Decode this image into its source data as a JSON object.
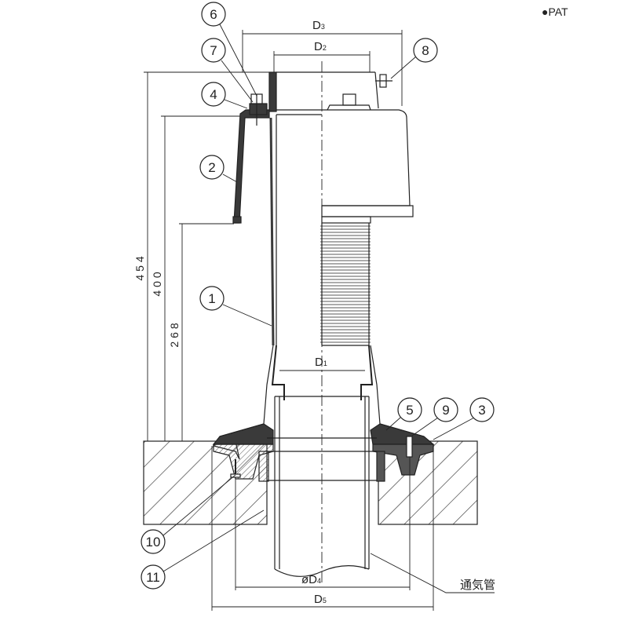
{
  "badge": "●PAT",
  "dimensions": {
    "d1": "D",
    "d1_sub": "1",
    "d2": "D",
    "d2_sub": "2",
    "d3": "D",
    "d3_sub": "3",
    "d4": "øD",
    "d4_sub": "4",
    "d5": "D",
    "d5_sub": "5",
    "h_total": "454",
    "h_mid": "400",
    "h_low": "268"
  },
  "callouts": [
    "1",
    "2",
    "3",
    "4",
    "5",
    "6",
    "7",
    "8",
    "9",
    "10",
    "11"
  ],
  "pipe_label": "通気管",
  "colors": {
    "ink": "#222222",
    "fill": "#3a3a3a"
  }
}
